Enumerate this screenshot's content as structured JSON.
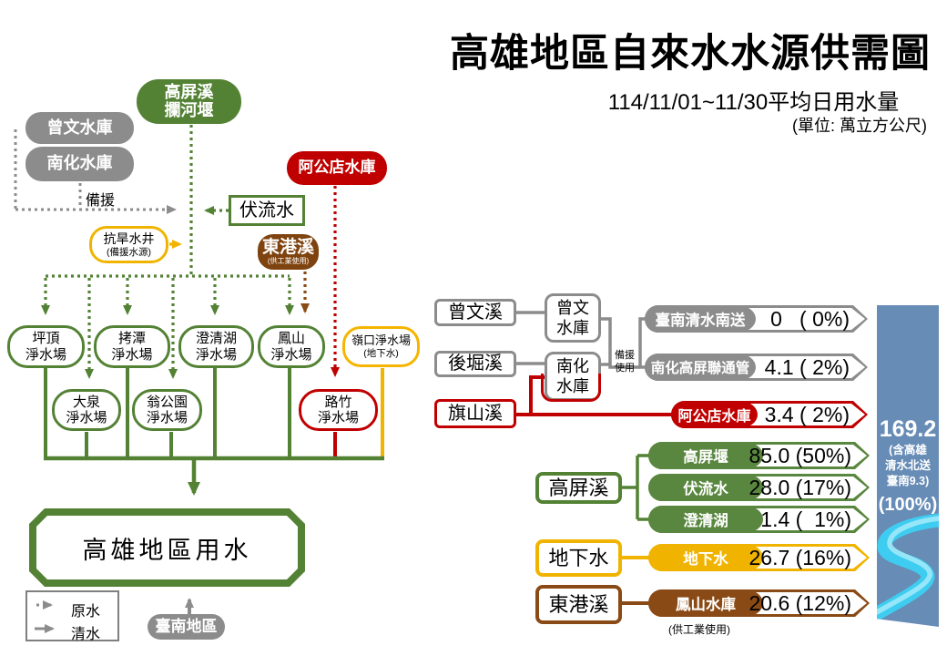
{
  "header": {
    "title": "高雄地區自來水水源供需圖",
    "subtitle": "114/11/01~11/30平均日用水量",
    "unit": "(單位: 萬立方公尺)"
  },
  "colors": {
    "green": "#548235",
    "gray": "#8c8c8c",
    "red": "#c00000",
    "brown": "#8a4a15",
    "gold": "#f0b400",
    "blue": "#678cb6",
    "river": "#3ecdf0"
  },
  "left": {
    "weir": {
      "line1": "高屏溪",
      "line2": "攔河堰"
    },
    "zengwen": "曾文水庫",
    "nanhua": "南化水庫",
    "backup": "備援",
    "subflow": "伏流水",
    "agongdian": "阿公店水庫",
    "donggang": {
      "line1": "東港溪",
      "line2": "(供工業使用)"
    },
    "well": {
      "line1": "抗旱水井",
      "line2": "(備援水源)"
    },
    "plants": {
      "pingding": {
        "line1": "坪頂",
        "line2": "淨水場"
      },
      "kaotan": {
        "line1": "拷潭",
        "line2": "淨水場"
      },
      "chengqinghu": {
        "line1": "澄清湖",
        "line2": "淨水場"
      },
      "fengshan": {
        "line1": "鳳山",
        "line2": "淨水場"
      },
      "lingkou": {
        "line1": "嶺口淨水場",
        "line2": "(地下水)"
      },
      "daquan": {
        "line1": "大泉",
        "line2": "淨水場"
      },
      "wenggongyuan": {
        "line1": "翁公園",
        "line2": "淨水場"
      },
      "luzhu": {
        "line1": "路竹",
        "line2": "淨水場"
      }
    },
    "demand": "高雄地區用水",
    "tainan": "臺南地區",
    "legend": {
      "raw": "原水",
      "clean": "清水"
    }
  },
  "right": {
    "streams": {
      "zengwen": "曾文溪",
      "houku": "後堀溪",
      "qishan": "旗山溪",
      "gaoping": "高屏溪",
      "groundwater": "地下水",
      "donggang": "東港溪"
    },
    "reservoirs": {
      "zengwen": {
        "line1": "曾文",
        "line2": "水庫"
      },
      "nanhua": {
        "line1": "南化",
        "line2": "水庫"
      }
    },
    "backup_use": {
      "line1": "備援",
      "line2": "使用"
    },
    "bars": [
      {
        "label": "臺南清水南送",
        "value": "0   ( 0%)"
      },
      {
        "label": "南化高屏聯通管",
        "value": "4.1 ( 2%)"
      },
      {
        "label": "阿公店水庫",
        "value": "3.4 ( 2%)"
      },
      {
        "label": "高屏堰",
        "value": "85.0 (50%)"
      },
      {
        "label": "伏流水",
        "value": "28.0 (17%)"
      },
      {
        "label": "澄清湖",
        "value": "1.4 (  1%)"
      },
      {
        "label": "地下水",
        "value": "26.7 (16%)"
      },
      {
        "label": "鳳山水庫",
        "value": "20.6 (12%)"
      }
    ],
    "industry_note": "(供工業使用)",
    "total": {
      "value": "169.2",
      "note1": "(含高雄",
      "note2": "清水北送",
      "note3": "臺南9.3)",
      "pct": "(100%)"
    }
  },
  "chart_data": {
    "type": "table",
    "title": "高雄地區自來水水源供需圖 114/11/01~11/30平均日用水量",
    "unit": "萬立方公尺",
    "categories": [
      "臺南清水南送",
      "南化高屏聯通管",
      "阿公店水庫",
      "高屏堰",
      "伏流水",
      "澄清湖",
      "地下水",
      "鳳山水庫"
    ],
    "values": [
      0,
      4.1,
      3.4,
      85.0,
      28.0,
      1.4,
      26.7,
      20.6
    ],
    "percentages": [
      0,
      2,
      2,
      50,
      17,
      1,
      16,
      12
    ],
    "total": 169.2,
    "total_percent": 100,
    "total_note": "含高雄清水北送臺南9.3"
  }
}
